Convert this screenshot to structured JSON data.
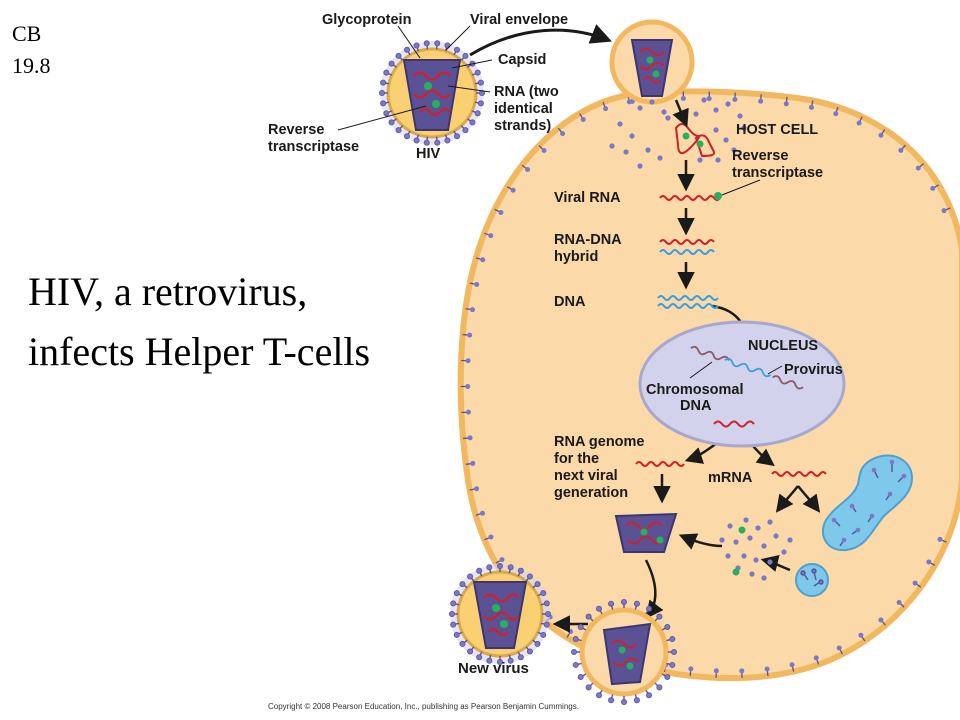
{
  "slide": {
    "ref_line1": "CB",
    "ref_line2": "19.8",
    "title_line1": "HIV, a retrovirus,",
    "title_line2": "infects Helper T-cells"
  },
  "diagram": {
    "labels": {
      "glycoprotein": "Glycoprotein",
      "viral_envelope": "Viral envelope",
      "capsid": "Capsid",
      "rna_line1": "RNA (two",
      "rna_line2": "identical",
      "rna_line3": "strands)",
      "rt_line1": "Reverse",
      "rt_line2": "transcriptase",
      "hiv": "HIV",
      "host_cell": "HOST CELL",
      "rt2_line1": "Reverse",
      "rt2_line2": "transcriptase",
      "viral_rna": "Viral RNA",
      "hybrid_line1": "RNA-DNA",
      "hybrid_line2": "hybrid",
      "dna": "DNA",
      "nucleus": "NUCLEUS",
      "provirus": "Provirus",
      "chromosomal_line1": "Chromosomal",
      "chromosomal_line2": "DNA",
      "genome_line1": "RNA genome",
      "genome_line2": "for the",
      "genome_line3": "next viral",
      "genome_line4": "generation",
      "mrna": "mRNA",
      "new_virus": "New virus"
    },
    "copyright": "Copyright © 2008 Pearson Education, Inc., publishing as Pearson Benjamin Cummings.",
    "colors": {
      "cell_fill": "#fbd9a8",
      "cell_stroke": "#f2b85f",
      "nucleus_fill": "#d2d2ec",
      "capsid_fill": "#5b5296",
      "rna_red": "#d0202c",
      "dna_blue": "#3a9fe0",
      "chromosomal": "#8a5a6a",
      "enzyme_green": "#28b060",
      "protein_dot": "#7a78c8",
      "er_fill": "#7ec8ec",
      "arrow": "#1a1a1a"
    }
  }
}
